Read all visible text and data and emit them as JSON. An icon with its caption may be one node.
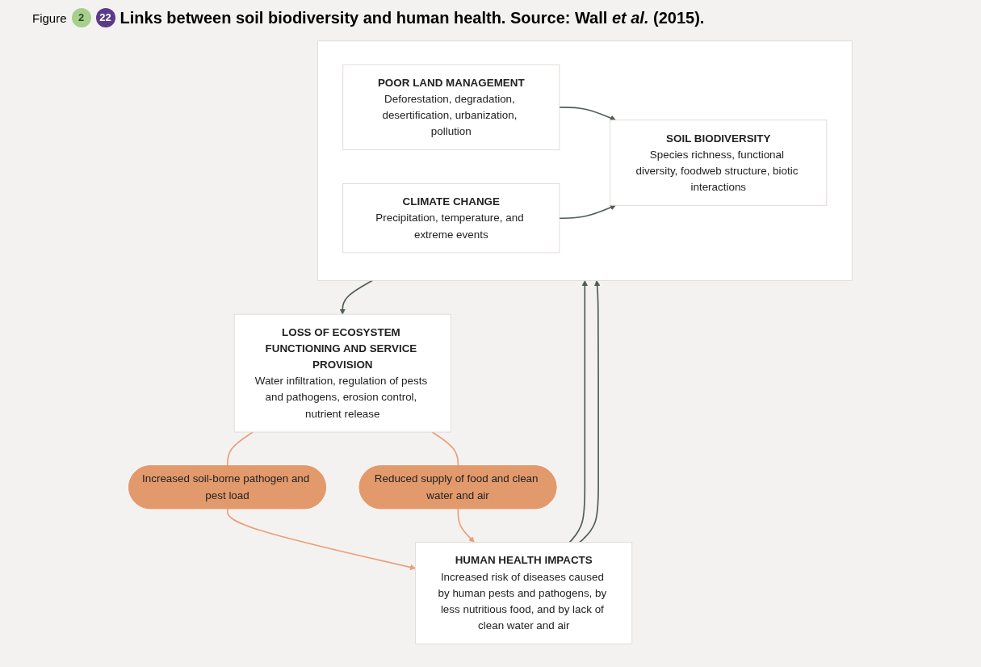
{
  "diagram": {
    "title": "Links between soil biodiversity and human health. Source: Wall *et al.* (2015).",
    "nodes": [
      {
        "text": [],
        "shape": "box"
      },
      {
        "text": [
          "POOR LAND MANAGEMENT",
          "Deforestation, degradation, desertification, urbanization, pollution"
        ],
        "in": 0
      },
      {
        "text": [
          "SOIL BIODIVERSITY",
          "Species richness, functional diversity, foodweb structure, biotic interactions"
        ],
        "in": 0
      },
      {
        "text": [
          "CLIMATE CHANGE",
          "Precipitation, temperature, and extreme events"
        ],
        "in": 0
      },
      {
        "text": [
          "LOSS OF ECOSYSTEM FUNCTIONING AND SERVICE PROVISION",
          "Water infiltration, regulation of pests and pathogens, erosion control, nutrient release"
        ]
      },
      {
        "text": [
          "Increased soil-borne pathogen and pest load"
        ]
      },
      {
        "text": [
          "Reduced supply of food and clean water and air"
        ]
      },
      {
        "text": [
          "HUMAN HEALTH IMPACTS",
          "Increased risk of diseases caused by human pests and pathogens, by less nutritious food, and by lack of clean water and air"
        ]
      }
    ],
    "edges": [
      {
        "from": 1,
        "to": 2,
        "arrow": "to"
      },
      {
        "from": 3,
        "to": 2,
        "arrow": "to"
      },
      {
        "from": 0,
        "to": 4,
        "arrow": "to"
      },
      {
        "from": 4,
        "to": 5,
        "arrow": "none",
        "color": "#e8a07a"
      },
      {
        "from": 4,
        "to": 6,
        "arrow": "none",
        "color": "#e8a07a"
      },
      {
        "from": 5,
        "to": 7,
        "arrow": "to",
        "color": "#e8a07a"
      },
      {
        "from": 6,
        "to": 7,
        "arrow": "to",
        "color": "#e8a07a"
      },
      {
        "from": 7,
        "to": 0,
        "arrow": "to"
      },
      {
        "from": 7,
        "to": 0,
        "arrow": "to"
      }
    ],
    "labels": [
      "Figure",
      "2",
      "22"
    ]
  }
}
